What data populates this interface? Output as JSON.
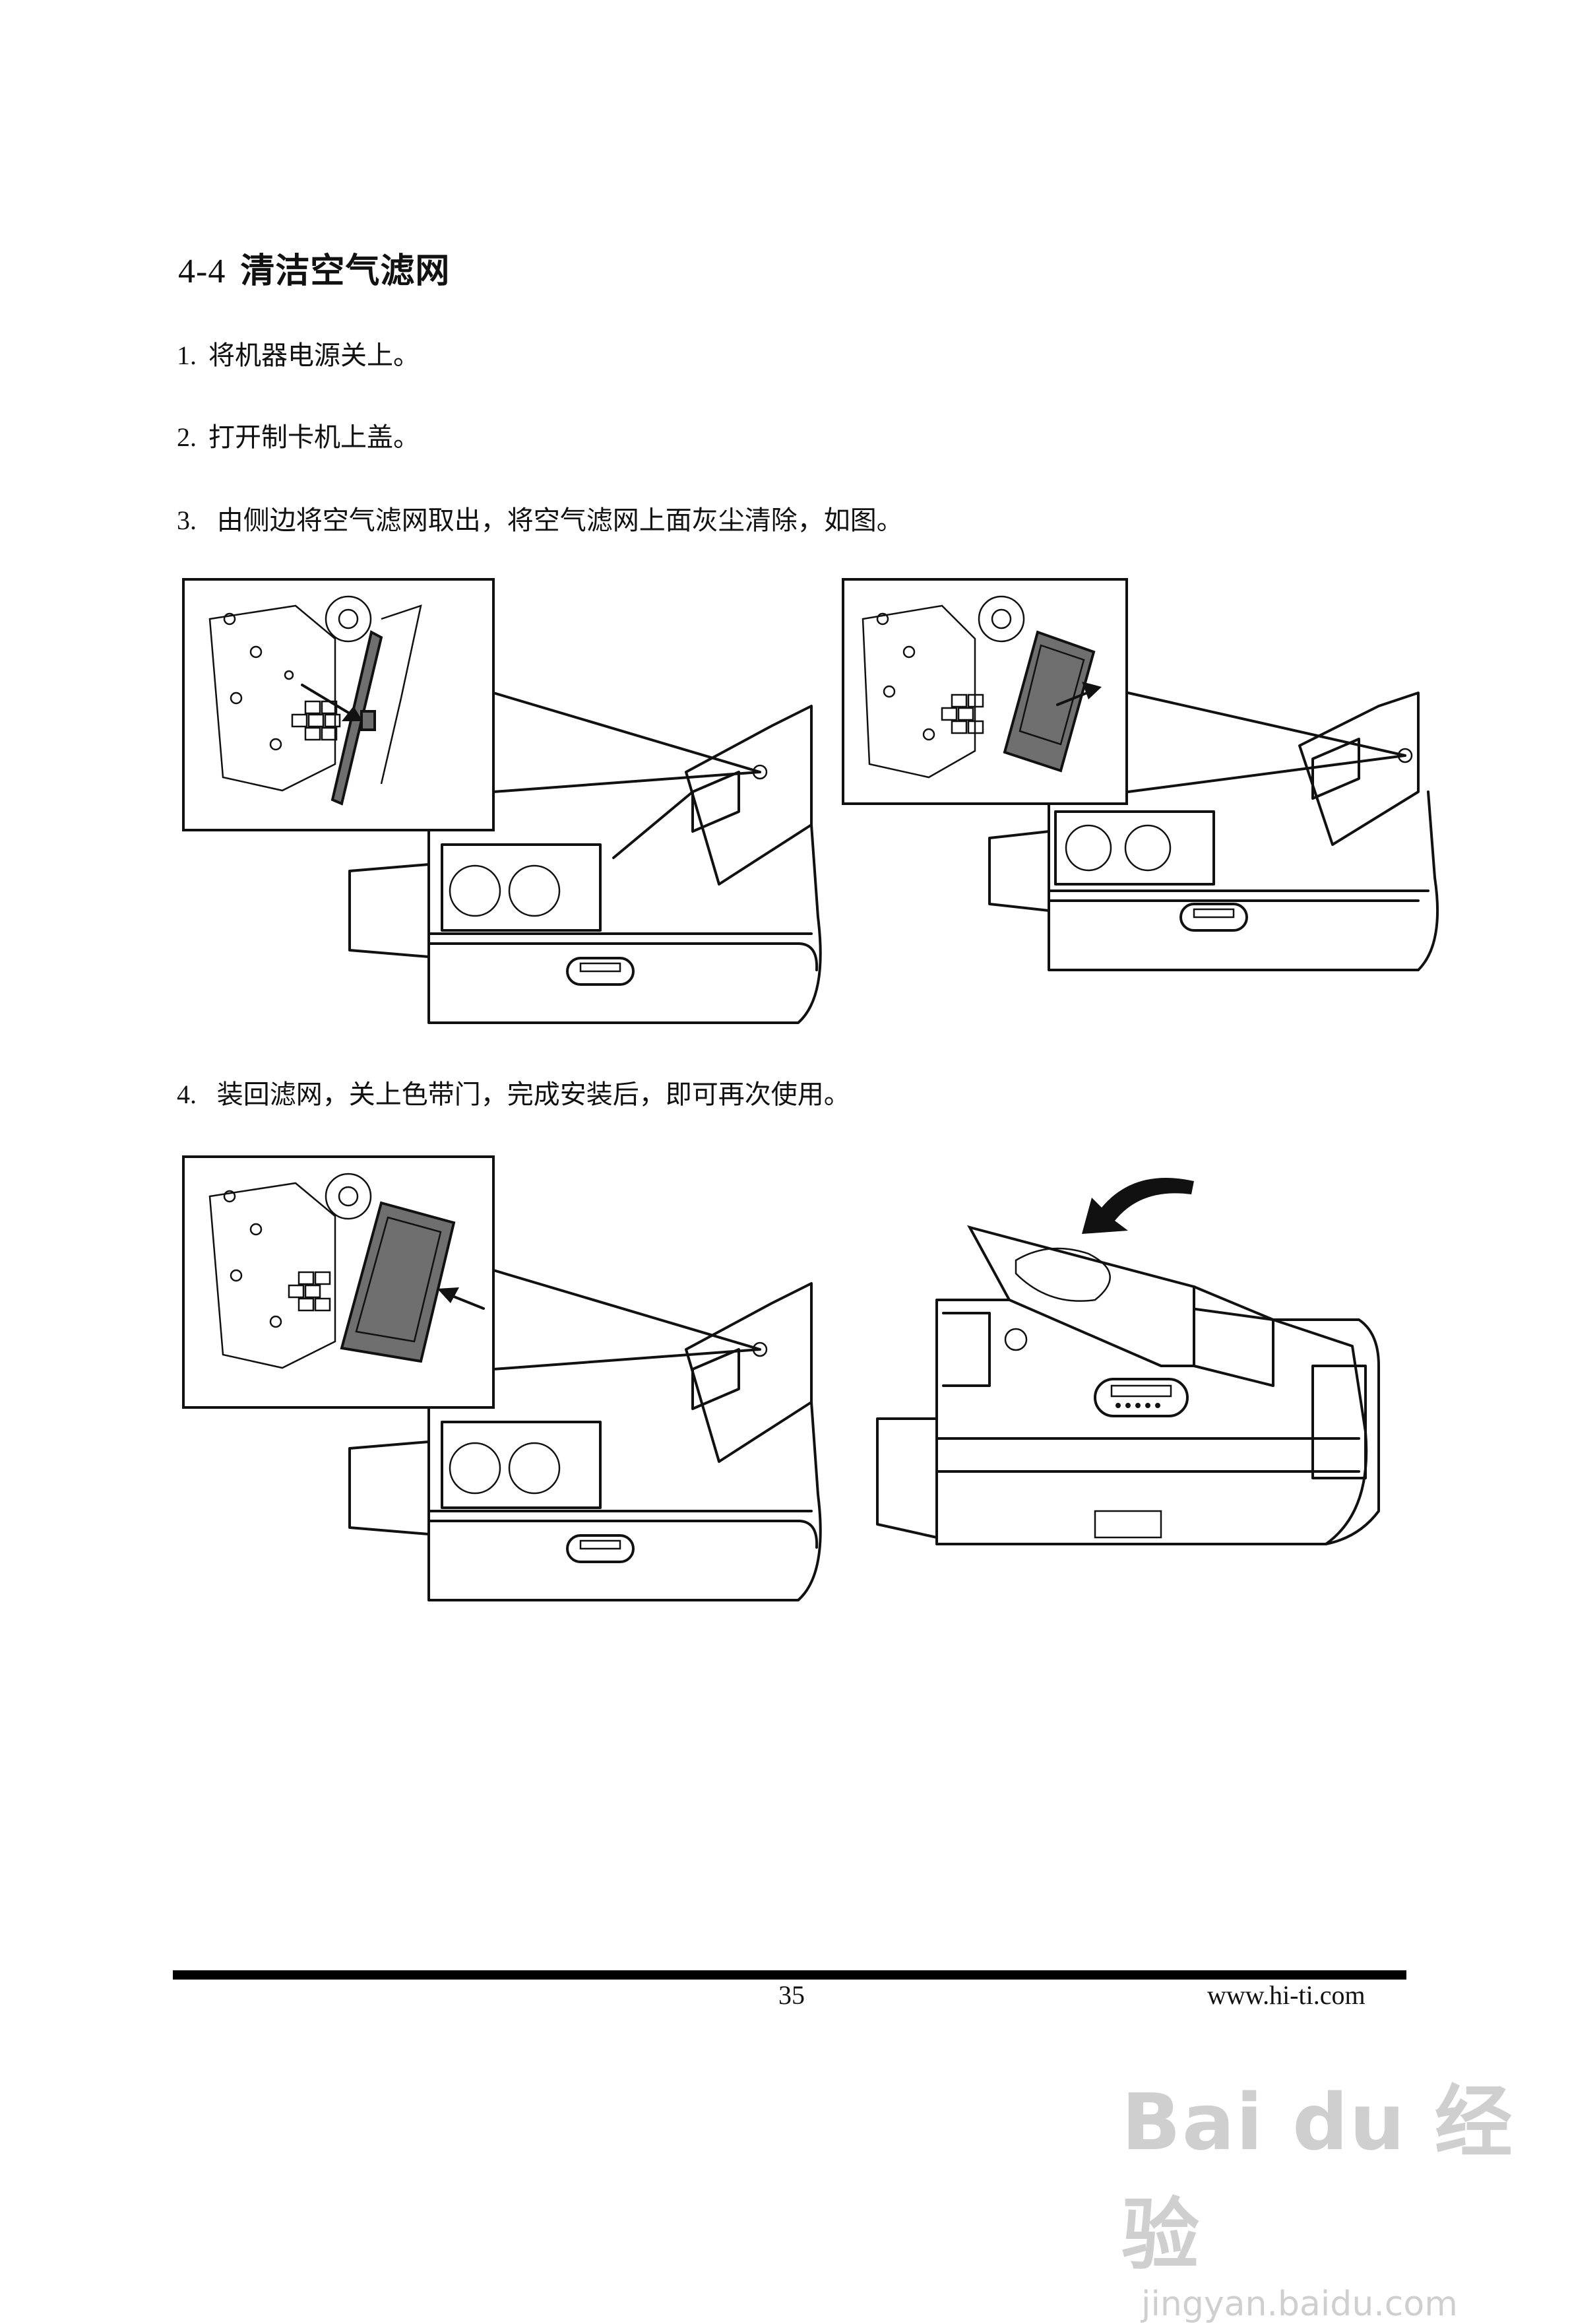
{
  "section": {
    "number": "4-4",
    "title": "清洁空气滤网"
  },
  "steps": [
    {
      "num": "1.",
      "text": "将机器电源关上。"
    },
    {
      "num": "2.",
      "text": "打开制卡机上盖。"
    },
    {
      "num": "3.",
      "text": " 由侧边将空气滤网取出，将空气滤网上面灰尘清除，如图。"
    },
    {
      "num": "4.",
      "text": " 装回滤网，关上色带门，完成安装后，即可再次使用。"
    }
  ],
  "figures": [
    {
      "name": "filter-locate",
      "icon": "printer-open-zoom-arrow-icon"
    },
    {
      "name": "filter-remove",
      "icon": "printer-open-zoom-filter-out-icon"
    },
    {
      "name": "filter-insert",
      "icon": "printer-open-zoom-filter-in-icon"
    },
    {
      "name": "cover-close",
      "icon": "printer-cover-close-arrow-icon"
    }
  ],
  "footer": {
    "page_number": "35",
    "website": "www.hi-ti.com"
  },
  "watermark": {
    "brand": "Bai du 经验",
    "url": "jingyan.baidu.com"
  }
}
